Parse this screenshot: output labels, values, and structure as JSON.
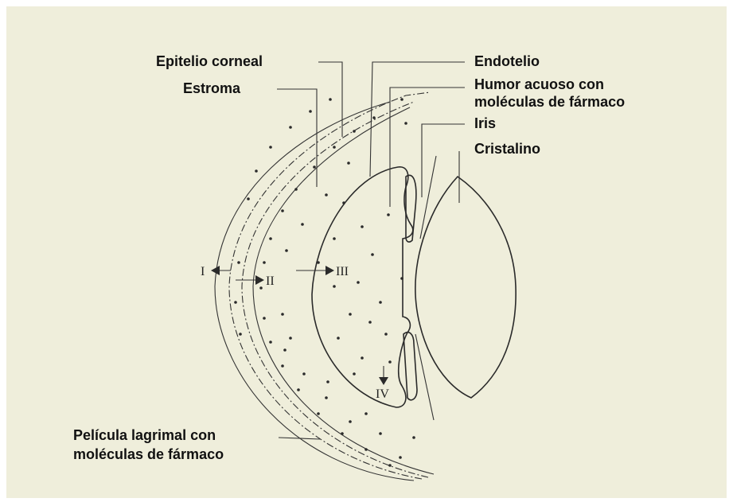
{
  "labels": {
    "epitelio": "Epitelio corneal",
    "estroma": "Estroma",
    "endotelio": "Endotelio",
    "humor_line1": "Humor acuoso con",
    "humor_line2": "moléculas de fármaco",
    "iris": "Iris",
    "cristalino": "Cristalino",
    "pelicula_line1": "Película lagrimal con",
    "pelicula_line2": "moléculas de fármaco"
  },
  "pathways": {
    "i": "I",
    "ii": "II",
    "iii": "III",
    "iv": "IV"
  },
  "colors": {
    "background": "#efeedb",
    "ink": "#2a2a2a"
  }
}
